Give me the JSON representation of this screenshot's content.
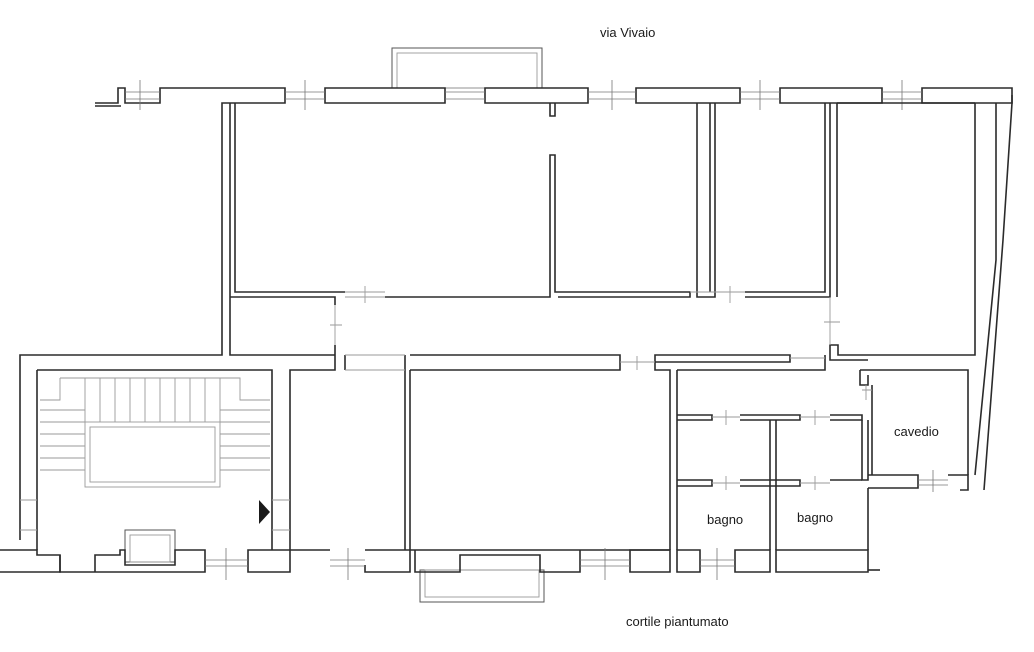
{
  "labels": {
    "street": "via Vivaio",
    "courtyard": "cortile piantumato",
    "shaft": "cavedio",
    "bathroom_left": "bagno",
    "bathroom_right": "bagno"
  },
  "colors": {
    "wall": "#2b2b2b",
    "window": "#777777",
    "background": "#ffffff"
  },
  "icons": {
    "entrance": "entrance-arrow-icon",
    "staircase": "staircase-icon"
  }
}
